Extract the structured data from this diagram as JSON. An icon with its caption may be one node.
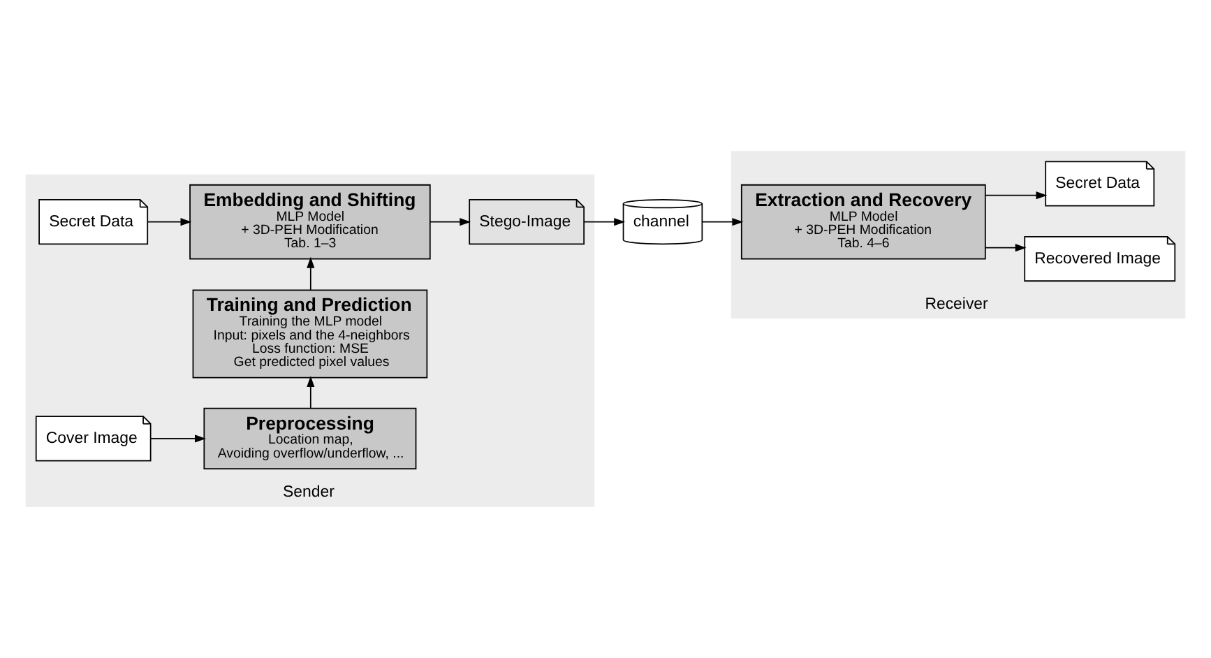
{
  "diagram": {
    "nodes": [
      {
        "text": [
          "Sender"
        ]
      },
      {
        "text": [
          "Preprocessing",
          "Location map,",
          "Avoiding overflow/underflow, ..."
        ],
        "in": 0
      },
      {
        "text": [
          "Cover Image"
        ],
        "in": 0
      },
      {
        "text": [
          "Training and Prediction",
          "Training the MLP model",
          "Input: pixels and the 4-neighbors",
          "Loss function: MSE",
          "Get predicted pixel values"
        ],
        "in": 0
      },
      {
        "text": [
          "Secret Data"
        ],
        "in": 0
      },
      {
        "text": [
          "Embedding and Shifting",
          "MLP Model",
          "+ 3D-PEH Modification",
          "Tab. 1–3"
        ],
        "in": 0
      },
      {
        "text": [
          "Stego-Image"
        ],
        "in": 0
      },
      {
        "text": [
          "channel"
        ]
      },
      {
        "text": [
          "Receiver"
        ]
      },
      {
        "text": [
          "Extraction and Recovery",
          "MLP Model",
          "+ 3D-PEH Modification",
          "Tab. 4–6"
        ],
        "in": 8
      },
      {
        "text": [
          "Recovered Image"
        ],
        "in": 8
      },
      {
        "text": [
          "Secret Data"
        ],
        "in": 8
      }
    ],
    "edges": [
      {
        "from": 2,
        "to": 1,
        "arrow": "to"
      },
      {
        "from": 1,
        "to": 3,
        "arrow": "to"
      },
      {
        "from": 3,
        "to": 5,
        "arrow": "to"
      },
      {
        "from": 4,
        "to": 5,
        "arrow": "to"
      },
      {
        "from": 5,
        "to": 6,
        "arrow": "to"
      },
      {
        "from": 6,
        "to": 7,
        "arrow": "to"
      },
      {
        "from": 7,
        "to": 9,
        "arrow": "to"
      },
      {
        "from": 9,
        "to": 10,
        "arrow": "to"
      },
      {
        "from": 9,
        "to": 11,
        "arrow": "to"
      }
    ]
  }
}
